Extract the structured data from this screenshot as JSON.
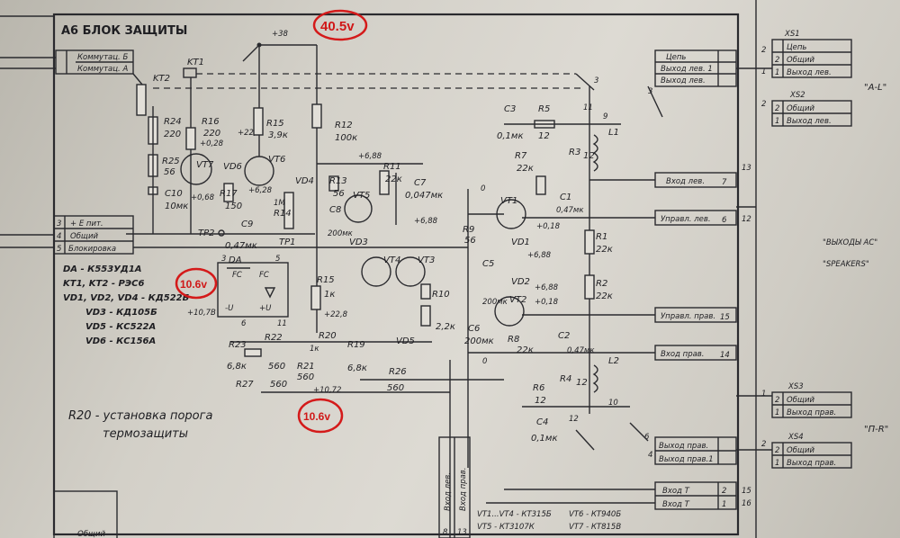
{
  "title": "А6 БЛОК ЗАЩИТЫ",
  "annotations": {
    "top": "40.5v",
    "da": "10.6v",
    "bottom": "10.6v",
    "color": "#d01818"
  },
  "left": {
    "commut_b": "Коммутац. Б",
    "commut_a": "Коммутац. А",
    "plus_power": "+ Е пит.",
    "common": "Общий",
    "blocking": "Блокировка"
  },
  "parts": {
    "kt1": "KT1",
    "kt2": "KT2",
    "r24": "R24",
    "r24_val": "220",
    "r25": "R25",
    "r25_val": "56",
    "c10": "C10",
    "c10_val": "10мк",
    "vt7": "VT7",
    "r16": "R16",
    "r16_val": "220",
    "r17": "R17",
    "r17_val": "150",
    "vd6": "VD6",
    "vt6": "VT6",
    "r15": "R15",
    "r15_val": "3,9к",
    "r12": "R12",
    "r12_val": "100к",
    "vd4": "VD4",
    "r14": "R14",
    "r14_val": "1M",
    "c9": "C9",
    "c9_val": "0,47мк",
    "tp1": "TP1",
    "tp2": "TP2",
    "r13": "R13",
    "r13_val": "56",
    "c8": "C8",
    "c8_val": "200мк",
    "vt5": "VT5",
    "r11": "R11",
    "r11_val": "22к",
    "c7": "C7",
    "c7_val": "0,047мк",
    "vd3": "VD3",
    "vt4": "VT4",
    "vt3": "VT3",
    "r10": "R10",
    "r10_val": "2,2к",
    "r15b": "R15",
    "r15b_val": "1к",
    "da": "DA",
    "r22": "R22",
    "r22_val": "560",
    "r23": "R23",
    "r23_val": "6,8к",
    "r21": "R21",
    "r21_val": "560",
    "r27": "R27",
    "r27_val": "560",
    "r20": "R20",
    "r20_val": "1к",
    "r19": "R19",
    "r19_val": "6,8к",
    "r26": "R26",
    "r26_val": "560",
    "vd5": "VD5",
    "vt1": "VT1",
    "r7": "R7",
    "r7_val": "22к",
    "c1": "C1",
    "c1_val": "0,47мк",
    "r9": "R9",
    "r9_val": "56",
    "vd1": "VD1",
    "c5": "C5",
    "c5_val": "200мк",
    "vd2": "VD2",
    "vt2": "VT2",
    "c6": "C6",
    "c6_val": "200мк",
    "r8": "R8",
    "r8_val": "22к",
    "c2": "C2",
    "c2_val": "0,47мк",
    "r1": "R1",
    "r1_val": "22к",
    "r2": "R2",
    "r2_val": "22к",
    "c3": "C3",
    "c3_val": "0,1мк",
    "r5": "R5",
    "r5_val": "12",
    "l1": "L1",
    "r3": "R3",
    "r3_val": "12",
    "r6": "R6",
    "r6_val": "12",
    "c4": "C4",
    "c4_val": "0,1мк",
    "l2": "L2",
    "r4": "R4",
    "r4_val": "12"
  },
  "volt": {
    "v38": "+38",
    "v028": "+0,28",
    "v068": "+0,68",
    "v228a": "+22,8",
    "v628": "+6,28",
    "v688a": "+6,88",
    "v688b": "+6,88",
    "v107": "+10,7В",
    "v228b": "+22,8",
    "v1072": "+10,72",
    "v018": "+0,18",
    "v688c": "+6,88",
    "v688d": "+6,88",
    "v018b": "+0,18"
  },
  "parts_list": [
    "DA - К553УД1А",
    "KT1, KT2 - РЭС6",
    "VD1, VD2, VD4 - КД522Б",
    "VD3 - КД105Б",
    "VD5 - КС522А",
    "VD6 - КС156А"
  ],
  "note": {
    "line1": "R20 - установка порога",
    "line2": "термозащиты"
  },
  "right": {
    "circuit": "Цепь",
    "out_left1": "Выход лев. 1",
    "out_left": "Выход лев.",
    "in_left": "Вход лев.",
    "ctrl_left": "Управл. лев.",
    "ctrl_right": "Управл. прав.",
    "in_right": "Вход прав.",
    "out_right": "Выход прав.",
    "out_right1": "Выход прав.1",
    "in_t1": "Вход Т",
    "in_t2": "Вход Т"
  },
  "bottom": {
    "in_left": "Вход лев.",
    "in_right": "Вход прав.",
    "common_lower": "Общий"
  },
  "footer": {
    "types1": "VT1...VT4 - КТ315Б",
    "types2": "VT5 - КТ3107К",
    "types3": "VT6 - КТ940Б",
    "types4": "VT7 - КТ815В"
  },
  "ext": {
    "xs1": "XS1",
    "circuit": "Цепь",
    "common1": "Общий",
    "out_left": "Выход лев.",
    "xs2": "XS2",
    "common2": "Общий",
    "out_left2": "Выход лев.",
    "al": "\"А-L\"",
    "outputs_ac": "\"ВЫХОДЫ АС\"",
    "speakers": "\"SPEAKERS\"",
    "xs3": "XS3",
    "common3": "Общий",
    "out_right": "Выход прав.",
    "pr": "\"П-R\"",
    "xs4": "XS4",
    "common4": "Общий",
    "out_right2": "Выход прав."
  }
}
